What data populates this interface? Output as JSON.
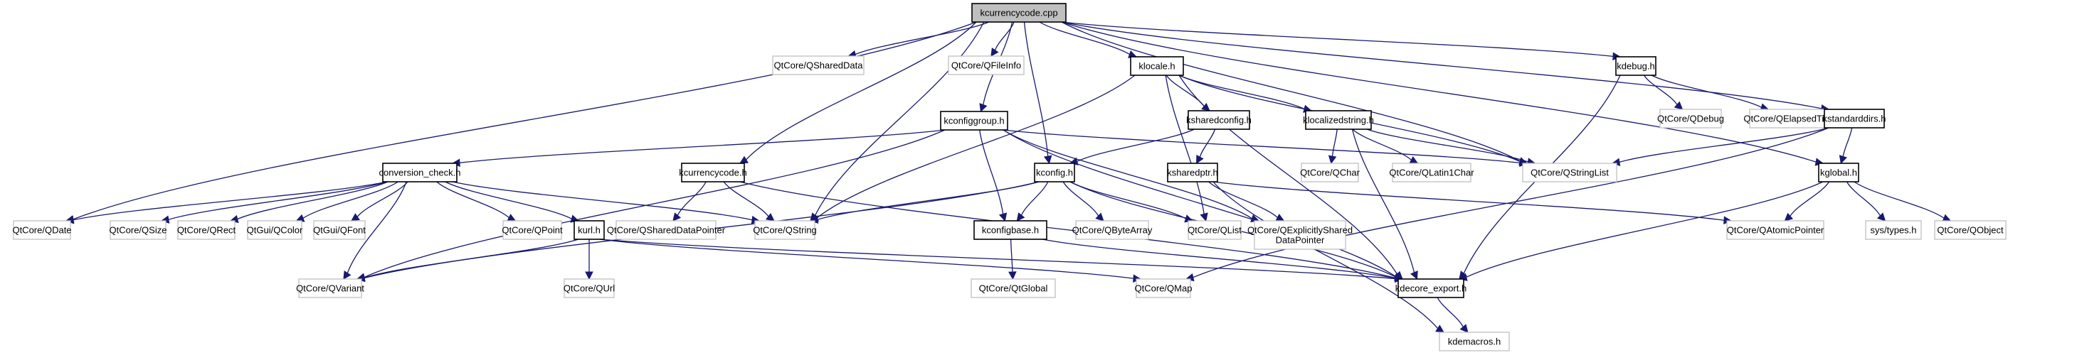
{
  "title": "kcurrencycode.cpp include dependency graph",
  "colors": {
    "edge": "#191970",
    "root_fill": "#bfbfbf",
    "local_border": "#000000",
    "external_border": "#bfbfbf",
    "background": "#ffffff"
  },
  "nodes": [
    {
      "id": "kcurrencycode_cpp",
      "label": "kcurrencycode.cpp",
      "kind": "root"
    },
    {
      "id": "qshareddata",
      "label": "QtCore/QSharedData",
      "kind": "external"
    },
    {
      "id": "qfileinfo",
      "label": "QtCore/QFileInfo",
      "kind": "external"
    },
    {
      "id": "klocale_h",
      "label": "klocale.h",
      "kind": "local"
    },
    {
      "id": "kdebug_h",
      "label": "kdebug.h",
      "kind": "local"
    },
    {
      "id": "kconfiggroup_h",
      "label": "kconfiggroup.h",
      "kind": "local"
    },
    {
      "id": "ksharedconfig_h",
      "label": "ksharedconfig.h",
      "kind": "local"
    },
    {
      "id": "klocalizedstring_h",
      "label": "klocalizedstring.h",
      "kind": "local"
    },
    {
      "id": "qdebug",
      "label": "QtCore/QDebug",
      "kind": "external"
    },
    {
      "id": "qelapsedtimer",
      "label": "QtCore/QElapsedTimer",
      "kind": "external"
    },
    {
      "id": "kstandarddirs_h",
      "label": "kstandarddirs.h",
      "kind": "local"
    },
    {
      "id": "conversion_check_h",
      "label": "conversion_check.h",
      "kind": "local"
    },
    {
      "id": "kcurrencycode_h",
      "label": "kcurrencycode.h",
      "kind": "local"
    },
    {
      "id": "kconfig_h",
      "label": "kconfig.h",
      "kind": "local"
    },
    {
      "id": "ksharedptr_h",
      "label": "ksharedptr.h",
      "kind": "local"
    },
    {
      "id": "qchar",
      "label": "QtCore/QChar",
      "kind": "external"
    },
    {
      "id": "qlatin1char",
      "label": "QtCore/QLatin1Char",
      "kind": "external"
    },
    {
      "id": "qstringlist",
      "label": "QtCore/QStringList",
      "kind": "external"
    },
    {
      "id": "kglobal_h",
      "label": "kglobal.h",
      "kind": "local"
    },
    {
      "id": "qdate",
      "label": "QtCore/QDate",
      "kind": "external"
    },
    {
      "id": "qsize",
      "label": "QtCore/QSize",
      "kind": "external"
    },
    {
      "id": "qrect",
      "label": "QtCore/QRect",
      "kind": "external"
    },
    {
      "id": "qcolor",
      "label": "QtGui/QColor",
      "kind": "external"
    },
    {
      "id": "qfont",
      "label": "QtGui/QFont",
      "kind": "external"
    },
    {
      "id": "qpoint",
      "label": "QtCore/QPoint",
      "kind": "external"
    },
    {
      "id": "kurl_h",
      "label": "kurl.h",
      "kind": "local"
    },
    {
      "id": "qshareddatapointer",
      "label": "QtCore/QSharedDataPointer",
      "kind": "external"
    },
    {
      "id": "qstring",
      "label": "QtCore/QString",
      "kind": "external"
    },
    {
      "id": "kconfigbase_h",
      "label": "kconfigbase.h",
      "kind": "local"
    },
    {
      "id": "qbytearray",
      "label": "QtCore/QByteArray",
      "kind": "external"
    },
    {
      "id": "qlist",
      "label": "QtCore/QList",
      "kind": "external"
    },
    {
      "id": "qexplicitlyshared",
      "label": "QtCore/QExplicitlyShared\nDataPointer",
      "kind": "external"
    },
    {
      "id": "qatomicpointer",
      "label": "QtCore/QAtomicPointer",
      "kind": "external"
    },
    {
      "id": "systypes_h",
      "label": "sys/types.h",
      "kind": "external"
    },
    {
      "id": "qobject",
      "label": "QtCore/QObject",
      "kind": "external"
    },
    {
      "id": "qvariant",
      "label": "QtCore/QVariant",
      "kind": "external"
    },
    {
      "id": "qurl",
      "label": "QtCore/QUrl",
      "kind": "external"
    },
    {
      "id": "qtglobal",
      "label": "QtCore/QtGlobal",
      "kind": "external"
    },
    {
      "id": "qmap",
      "label": "QtCore/QMap",
      "kind": "external"
    },
    {
      "id": "kdecore_export_h",
      "label": "kdecore_export.h",
      "kind": "local"
    },
    {
      "id": "kdemacros_h",
      "label": "kdemacros.h",
      "kind": "external"
    }
  ],
  "edges": [
    [
      "kcurrencycode_cpp",
      "qshareddata"
    ],
    [
      "kcurrencycode_cpp",
      "qfileinfo"
    ],
    [
      "kcurrencycode_cpp",
      "klocale_h"
    ],
    [
      "kcurrencycode_cpp",
      "kdebug_h"
    ],
    [
      "kcurrencycode_cpp",
      "kconfiggroup_h"
    ],
    [
      "kcurrencycode_cpp",
      "kconfig_h"
    ],
    [
      "kcurrencycode_cpp",
      "kcurrencycode_h"
    ],
    [
      "kcurrencycode_cpp",
      "qstring"
    ],
    [
      "kcurrencycode_cpp",
      "qstringlist"
    ],
    [
      "kcurrencycode_cpp",
      "kstandarddirs_h"
    ],
    [
      "kcurrencycode_cpp",
      "kglobal_h"
    ],
    [
      "kcurrencycode_cpp",
      "qdate"
    ],
    [
      "klocale_h",
      "ksharedconfig_h"
    ],
    [
      "klocale_h",
      "klocalizedstring_h"
    ],
    [
      "klocale_h",
      "qstring"
    ],
    [
      "klocale_h",
      "qlist"
    ],
    [
      "klocale_h",
      "qstringlist"
    ],
    [
      "klocale_h",
      "kdecore_export_h"
    ],
    [
      "kdebug_h",
      "qdebug"
    ],
    [
      "kdebug_h",
      "qelapsedtimer"
    ],
    [
      "kdebug_h",
      "kdecore_export_h"
    ],
    [
      "kconfiggroup_h",
      "conversion_check_h"
    ],
    [
      "kconfiggroup_h",
      "kconfigbase_h"
    ],
    [
      "kconfiggroup_h",
      "qexplicitlyshared"
    ],
    [
      "kconfiggroup_h",
      "qstringlist"
    ],
    [
      "kconfiggroup_h",
      "qvariant"
    ],
    [
      "kconfiggroup_h",
      "kdecore_export_h"
    ],
    [
      "ksharedconfig_h",
      "kconfig_h"
    ],
    [
      "ksharedconfig_h",
      "ksharedptr_h"
    ],
    [
      "klocalizedstring_h",
      "qchar"
    ],
    [
      "klocalizedstring_h",
      "qlatin1char"
    ],
    [
      "klocalizedstring_h",
      "qstringlist"
    ],
    [
      "klocalizedstring_h",
      "kdecore_export_h"
    ],
    [
      "kstandarddirs_h",
      "qstringlist"
    ],
    [
      "kstandarddirs_h",
      "kglobal_h"
    ],
    [
      "kstandarddirs_h",
      "qmap"
    ],
    [
      "conversion_check_h",
      "qdate"
    ],
    [
      "conversion_check_h",
      "qsize"
    ],
    [
      "conversion_check_h",
      "qrect"
    ],
    [
      "conversion_check_h",
      "qcolor"
    ],
    [
      "conversion_check_h",
      "qfont"
    ],
    [
      "conversion_check_h",
      "qpoint"
    ],
    [
      "conversion_check_h",
      "kurl_h"
    ],
    [
      "conversion_check_h",
      "qstring"
    ],
    [
      "conversion_check_h",
      "qvariant"
    ],
    [
      "kcurrencycode_h",
      "qshareddatapointer"
    ],
    [
      "kcurrencycode_h",
      "qstring"
    ],
    [
      "kcurrencycode_h",
      "kdecore_export_h"
    ],
    [
      "kconfig_h",
      "kconfigbase_h"
    ],
    [
      "kconfig_h",
      "qbytearray"
    ],
    [
      "kconfig_h",
      "qlist"
    ],
    [
      "kconfig_h",
      "qstring"
    ],
    [
      "kconfig_h",
      "qvariant"
    ],
    [
      "kconfig_h",
      "kdecore_export_h"
    ],
    [
      "ksharedptr_h",
      "qexplicitlyshared"
    ],
    [
      "ksharedptr_h",
      "qatomicpointer"
    ],
    [
      "ksharedptr_h",
      "kdemacros_h"
    ],
    [
      "kglobal_h",
      "qatomicpointer"
    ],
    [
      "kglobal_h",
      "systypes_h"
    ],
    [
      "kglobal_h",
      "qobject"
    ],
    [
      "kglobal_h",
      "kdecore_export_h"
    ],
    [
      "kurl_h",
      "qvariant"
    ],
    [
      "kurl_h",
      "qurl"
    ],
    [
      "kurl_h",
      "qmap"
    ],
    [
      "kurl_h",
      "kdecore_export_h"
    ],
    [
      "kconfigbase_h",
      "qtglobal"
    ],
    [
      "kconfigbase_h",
      "kdecore_export_h"
    ],
    [
      "kdecore_export_h",
      "kdemacros_h"
    ]
  ]
}
